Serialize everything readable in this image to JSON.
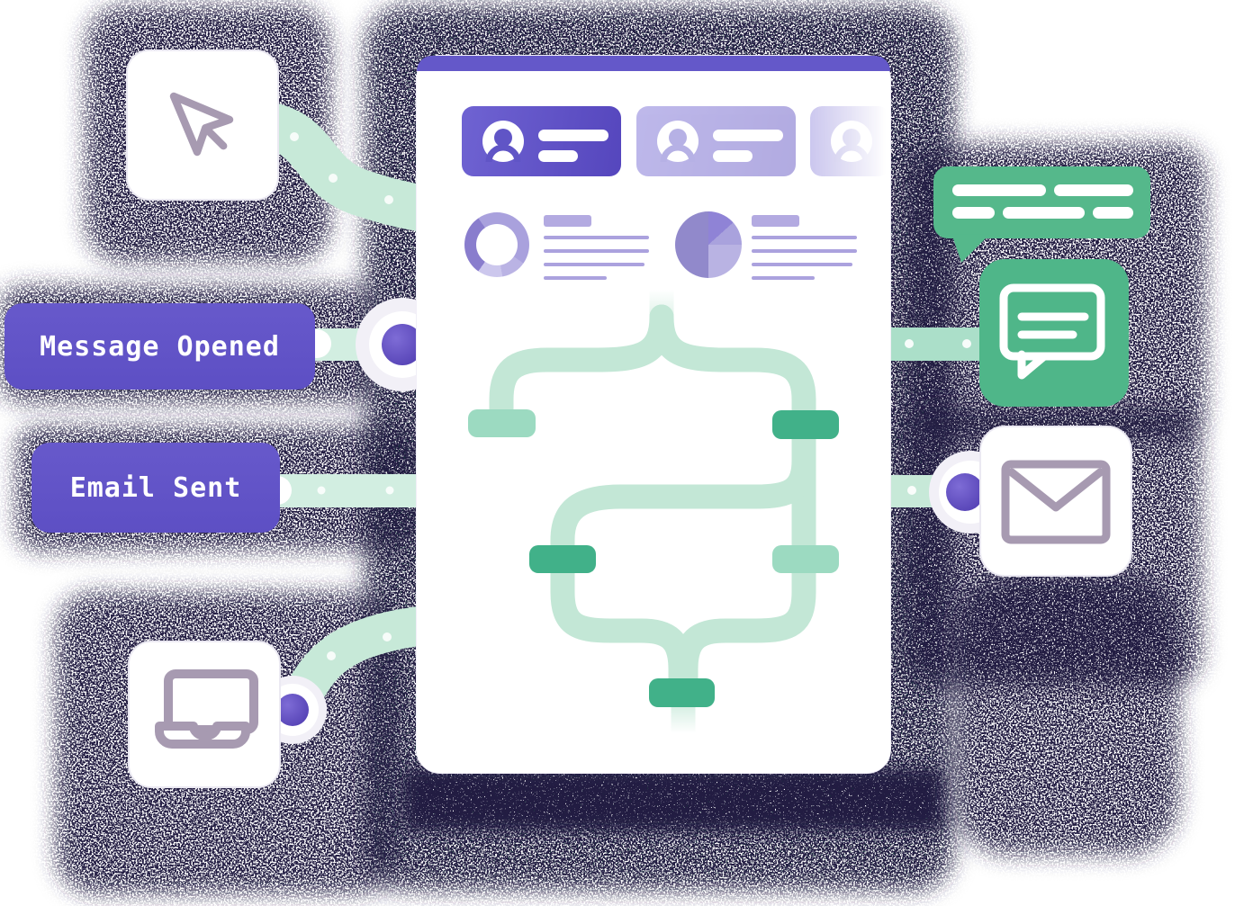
{
  "event_labels": [
    {
      "id": "message-opened",
      "text": "Message Opened"
    },
    {
      "id": "email-sent",
      "text": "Email Sent"
    }
  ],
  "icons": {
    "cursor": "mouse-pointer-icon",
    "laptop": "laptop-icon",
    "chat": "chat-bubble-icon",
    "envelope": "envelope-icon",
    "avatar": "person-avatar-icon",
    "speech": "speech-bubble-with-text-lines"
  },
  "colors": {
    "purple_primary": "#6458c9",
    "purple_node": "#5b49c0",
    "green_solid": "#4fb689",
    "green_node_dark": "#41b189",
    "green_node_light": "#9cdac1",
    "pipe_mint": "#c7e9d8",
    "icon_stroke": "#a79ab1",
    "grain_shadow": "#201d42"
  },
  "contacts": {
    "count": 3,
    "bars": [
      78,
      44
    ]
  },
  "bubble": {
    "row1": [
      104,
      88
    ],
    "row2": [
      47,
      91,
      45
    ]
  },
  "placeholders": {
    "donut_lines": [
      117,
      117,
      112,
      70
    ],
    "pie_lines": [
      117,
      117,
      112,
      70
    ]
  },
  "chart_data": [
    {
      "type": "pie",
      "variant": "donut",
      "title": "",
      "decorative": true,
      "segments": [
        {
          "color": "#a9a1dd",
          "deg": 125
        },
        {
          "color": "#bab3e4",
          "deg": 45
        },
        {
          "color": "#ccc7ed",
          "deg": 45
        },
        {
          "color": "#897dcd",
          "deg": 110
        },
        {
          "color": "#a9a1dd",
          "deg": 35
        }
      ]
    },
    {
      "type": "pie",
      "title": "",
      "decorative": true,
      "segments": [
        {
          "color": "#8f83d6",
          "deg": 48
        },
        {
          "color": "#a9a2dd",
          "deg": 42
        },
        {
          "color": "#b9b3e3",
          "deg": 90
        },
        {
          "color": "#9189cb",
          "deg": 180
        }
      ]
    }
  ]
}
